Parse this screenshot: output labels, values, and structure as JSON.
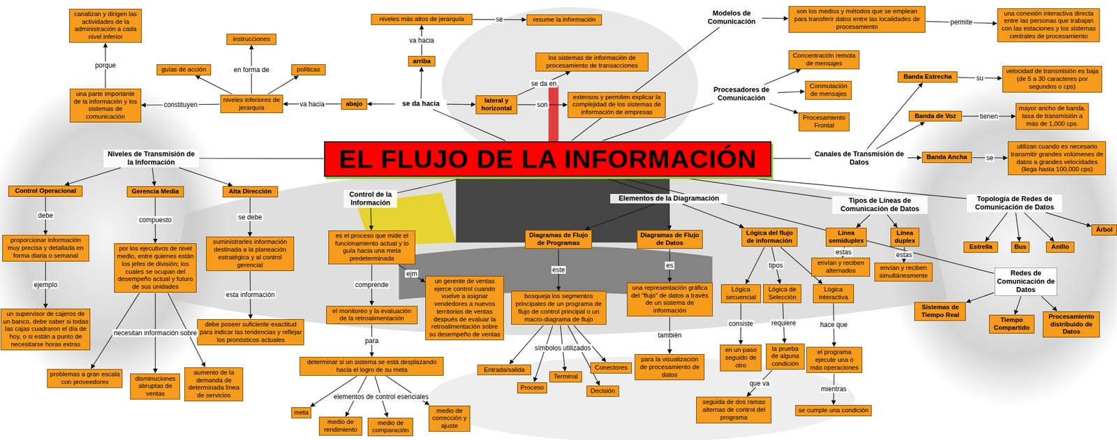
{
  "diagram": {
    "nodes": [
      {
        "text": [
          "EL FLUJO DE LA INFORMACIÓN"
        ]
      },
      {
        "text": [
          "se da hacia"
        ]
      },
      {
        "text": [
          "arriba"
        ]
      },
      {
        "text": [
          "niveles más altos de jerarquía"
        ]
      },
      {
        "text": [
          "resume la información"
        ]
      },
      {
        "text": [
          "abajo"
        ]
      },
      {
        "text": [
          "niveles inferiores de jerarquía"
        ]
      },
      {
        "text": [
          "una parte importante de la información y los sistemas de comunicación"
        ]
      },
      {
        "text": [
          "canalizan y dirigen las actividades de la administración a cada nivel inferior"
        ]
      },
      {
        "text": [
          "instrucciones"
        ]
      },
      {
        "text": [
          "guías de acción"
        ]
      },
      {
        "text": [
          "políticas"
        ]
      },
      {
        "text": [
          "lateral y horizontal"
        ]
      },
      {
        "text": [
          "los sistemas de información de procesamiento de transacciones"
        ]
      },
      {
        "text": [
          "extensos y permiten explicar la complejidad de los sistemas de información de empresas"
        ]
      },
      {
        "text": [
          "Modelos de Comunicación"
        ]
      },
      {
        "text": [
          "son los medios y métodos que se emplean para transferir datos entre las localidades de procesamiento"
        ]
      },
      {
        "text": [
          "una conexión interactiva directa entre las personas que trabajan con las estaciones y los sistemas centrales de procesamiento"
        ]
      },
      {
        "text": [
          "Procesadores de Comunicación"
        ]
      },
      {
        "text": [
          "Concentración remota de mensajes"
        ]
      },
      {
        "text": [
          "Conmutación de mensajes"
        ]
      },
      {
        "text": [
          "Procesamiento Frontal"
        ]
      },
      {
        "text": [
          "Canales de Transmisión de Datos"
        ]
      },
      {
        "text": [
          "Banda Estrecha"
        ]
      },
      {
        "text": [
          "velocidad de transmisión es baja (de 5 a 30 caracteres por segundos o cps)"
        ]
      },
      {
        "text": [
          "Banda de Voz"
        ]
      },
      {
        "text": [
          "mayor ancho de banda. tasa de transmisión a más de 1,000 cps."
        ]
      },
      {
        "text": [
          "Banda Ancha"
        ]
      },
      {
        "text": [
          "utilizan cuando es necesario transmitir grandes volúmenes de datos a grandes velocidades (llega hasta 100,000 cps)"
        ]
      },
      {
        "text": [
          "Topología de Redes de Comunicación de Datos"
        ]
      },
      {
        "text": [
          "Estrella"
        ]
      },
      {
        "text": [
          "Bus"
        ]
      },
      {
        "text": [
          "Anillo"
        ]
      },
      {
        "text": [
          "Árbol"
        ]
      },
      {
        "text": [
          "Tipos de Líneas de Comunicación de Datos"
        ]
      },
      {
        "text": [
          "Línea semiduplex"
        ]
      },
      {
        "text": [
          "Línea duplex"
        ]
      },
      {
        "text": [
          "envían y reciben alternados"
        ]
      },
      {
        "text": [
          "envían y reciben simultáneamente"
        ]
      },
      {
        "text": [
          "Redes de Comunicación de Datos"
        ]
      },
      {
        "text": [
          "Sistemas de Tiempo Real"
        ]
      },
      {
        "text": [
          "Tiempo Compartido"
        ]
      },
      {
        "text": [
          "Procesamiento distribuido de Datos"
        ]
      },
      {
        "text": [
          "Elementos de la Diagramación"
        ]
      },
      {
        "text": [
          "Diagramas de Flujo de Programas"
        ]
      },
      {
        "text": [
          "bosqueja los segmentos principales de un programa de flujo de control principal o un macro-diagrama de flujo"
        ]
      },
      {
        "text": [
          "Entrada/salida"
        ]
      },
      {
        "text": [
          "Proceso"
        ]
      },
      {
        "text": [
          "Terminal"
        ]
      },
      {
        "text": [
          "Conectores"
        ]
      },
      {
        "text": [
          "Decisión"
        ]
      },
      {
        "text": [
          "Diagramas de Flujo de Datos"
        ]
      },
      {
        "text": [
          "una representación gráfica del \"flujo\" de datos a través de un sistema de información"
        ]
      },
      {
        "text": [
          "para la visualización de procesamiento de datos"
        ]
      },
      {
        "text": [
          "Lógica del flujo de información"
        ]
      },
      {
        "text": [
          "Lógica secuencial"
        ]
      },
      {
        "text": [
          "Lógica de Selección"
        ]
      },
      {
        "text": [
          "Lógica interactiva"
        ]
      },
      {
        "text": [
          "en un paso seguido de otro"
        ]
      },
      {
        "text": [
          "la prueba de alguna condición"
        ]
      },
      {
        "text": [
          "seguida de dos ramas alternas de control del programa"
        ]
      },
      {
        "text": [
          "el programa ejecute una o más operaciones"
        ]
      },
      {
        "text": [
          "se cumple una condición"
        ]
      },
      {
        "text": [
          "Control de la Información"
        ]
      },
      {
        "text": [
          "es el proceso que mide el funcionamiento actual y lo guía hacia una meta predeterminada"
        ]
      },
      {
        "text": [
          "un gerente de ventas ejerce control cuando vuelve a asignar vendedores a nuevos territorios de ventas después de evaluar la retroalimentación sobre su desempeño de ventas"
        ]
      },
      {
        "text": [
          "el monitoreo y la evaluación de la retroalimentación"
        ]
      },
      {
        "text": [
          "determinar si un sistema se está desplazando hacia el logro de su meta"
        ]
      },
      {
        "text": [
          "meta"
        ]
      },
      {
        "text": [
          "medio de rendimiento"
        ]
      },
      {
        "text": [
          "medio de comparación"
        ]
      },
      {
        "text": [
          "medio de corrección y ajuste"
        ]
      },
      {
        "text": [
          "Niveles de Transmisión de la Información"
        ]
      },
      {
        "text": [
          "Control Operacional"
        ]
      },
      {
        "text": [
          "Gerencia Media"
        ]
      },
      {
        "text": [
          "Alta Dirección"
        ]
      },
      {
        "text": [
          "proporcionar información muy precisa y detallada en forma diaria o semanal"
        ]
      },
      {
        "text": [
          "un supervisor de cajeros de un banco, debe saber si todas las cajas cuadraron el día de hoy, o si están a punto de necesitarse horas extras"
        ]
      },
      {
        "text": [
          "por los ejecutivos de nivel medio, entre quienes están los jefes de división; los cuales se ocupan del desempeño actual y futuro de sus unidades"
        ]
      },
      {
        "text": [
          "problemas a gran escala con proveedores"
        ]
      },
      {
        "text": [
          "disminuciones abruptas de ventas"
        ]
      },
      {
        "text": [
          "aumento de la demanda de determinada línea de servicios"
        ]
      },
      {
        "text": [
          "suministrarles información destinada a la planeación estratégica y al control gerencial"
        ]
      },
      {
        "text": [
          "debe poseer suficiente exactitud para indicar las tendencias y reflejar los pronósticos actuales"
        ]
      }
    ],
    "edges": [
      {
        "from": 0,
        "to": 1,
        "arrow": "none"
      },
      {
        "from": 1,
        "to": 2,
        "arrow": "to"
      },
      {
        "from": 2,
        "to": 3,
        "arrow": "to",
        "label": "va hacia"
      },
      {
        "from": 3,
        "to": 4,
        "arrow": "to",
        "label": "se"
      },
      {
        "from": 1,
        "to": 5,
        "arrow": "to"
      },
      {
        "from": 5,
        "to": 6,
        "arrow": "to",
        "label": "va hacia"
      },
      {
        "from": 6,
        "to": 7,
        "arrow": "to",
        "label": "constituyen"
      },
      {
        "from": 7,
        "to": 8,
        "arrow": "to",
        "label": "porque"
      },
      {
        "from": 6,
        "to": 9,
        "arrow": "to",
        "label": "en forma de"
      },
      {
        "from": 6,
        "to": 10,
        "arrow": "to"
      },
      {
        "from": 6,
        "to": 11,
        "arrow": "to"
      },
      {
        "from": 1,
        "to": 12,
        "arrow": "to"
      },
      {
        "from": 12,
        "to": 13,
        "arrow": "to",
        "label": "se da en"
      },
      {
        "from": 12,
        "to": 14,
        "arrow": "to",
        "label": "son"
      },
      {
        "from": 0,
        "to": 15,
        "arrow": "none"
      },
      {
        "from": 15,
        "to": 16,
        "arrow": "to"
      },
      {
        "from": 16,
        "to": 17,
        "arrow": "to",
        "label": "permite"
      },
      {
        "from": 0,
        "to": 18,
        "arrow": "none"
      },
      {
        "from": 18,
        "to": 19,
        "arrow": "to"
      },
      {
        "from": 18,
        "to": 20,
        "arrow": "to"
      },
      {
        "from": 18,
        "to": 21,
        "arrow": "to"
      },
      {
        "from": 0,
        "to": 22,
        "arrow": "none"
      },
      {
        "from": 22,
        "to": 23,
        "arrow": "to"
      },
      {
        "from": 22,
        "to": 25,
        "arrow": "to"
      },
      {
        "from": 22,
        "to": 27,
        "arrow": "to"
      },
      {
        "from": 23,
        "to": 24,
        "arrow": "to",
        "label": "su"
      },
      {
        "from": 25,
        "to": 26,
        "arrow": "to",
        "label": "tienen"
      },
      {
        "from": 27,
        "to": 28,
        "arrow": "to",
        "label": "se"
      },
      {
        "from": 0,
        "to": 29,
        "arrow": "none"
      },
      {
        "from": 29,
        "to": 30,
        "arrow": "to"
      },
      {
        "from": 29,
        "to": 31,
        "arrow": "to"
      },
      {
        "from": 29,
        "to": 32,
        "arrow": "to"
      },
      {
        "from": 29,
        "to": 33,
        "arrow": "to"
      },
      {
        "from": 0,
        "to": 34,
        "arrow": "none"
      },
      {
        "from": 34,
        "to": 35,
        "arrow": "to"
      },
      {
        "from": 34,
        "to": 36,
        "arrow": "to"
      },
      {
        "from": 35,
        "to": 37,
        "arrow": "to",
        "label": "estas"
      },
      {
        "from": 36,
        "to": 38,
        "arrow": "to",
        "label": "estas"
      },
      {
        "from": 0,
        "to": 39,
        "arrow": "none"
      },
      {
        "from": 39,
        "to": 40,
        "arrow": "to"
      },
      {
        "from": 39,
        "to": 41,
        "arrow": "to"
      },
      {
        "from": 39,
        "to": 42,
        "arrow": "to"
      },
      {
        "from": 0,
        "to": 43,
        "arrow": "none"
      },
      {
        "from": 43,
        "to": 44,
        "arrow": "to"
      },
      {
        "from": 43,
        "to": 51,
        "arrow": "to"
      },
      {
        "from": 43,
        "to": 54,
        "arrow": "to"
      },
      {
        "from": 44,
        "to": 45,
        "arrow": "to",
        "label": "este"
      },
      {
        "from": 45,
        "to": 46,
        "arrow": "to"
      },
      {
        "from": 45,
        "to": 47,
        "arrow": "to"
      },
      {
        "from": 45,
        "to": 48,
        "arrow": "to",
        "label": "símbolos utilizados"
      },
      {
        "from": 45,
        "to": 49,
        "arrow": "to"
      },
      {
        "from": 45,
        "to": 50,
        "arrow": "to"
      },
      {
        "from": 51,
        "to": 52,
        "arrow": "to",
        "label": "es"
      },
      {
        "from": 52,
        "to": 53,
        "arrow": "to",
        "label": "también"
      },
      {
        "from": 54,
        "to": 55,
        "arrow": "to"
      },
      {
        "from": 54,
        "to": 56,
        "arrow": "to",
        "label": "tipos"
      },
      {
        "from": 54,
        "to": 57,
        "arrow": "to"
      },
      {
        "from": 55,
        "to": 58,
        "arrow": "to",
        "label": "consiste"
      },
      {
        "from": 56,
        "to": 59,
        "arrow": "to",
        "label": "requiere"
      },
      {
        "from": 59,
        "to": 60,
        "arrow": "to",
        "label": "que va"
      },
      {
        "from": 57,
        "to": 61,
        "arrow": "to",
        "label": "hace que"
      },
      {
        "from": 61,
        "to": 62,
        "arrow": "to",
        "label": "mientras"
      },
      {
        "from": 0,
        "to": 63,
        "arrow": "none"
      },
      {
        "from": 63,
        "to": 64,
        "arrow": "to"
      },
      {
        "from": 64,
        "to": 65,
        "arrow": "to",
        "label": "ejm"
      },
      {
        "from": 64,
        "to": 66,
        "arrow": "to",
        "label": "comprende"
      },
      {
        "from": 66,
        "to": 67,
        "arrow": "to",
        "label": "para"
      },
      {
        "from": 67,
        "to": 68,
        "arrow": "to"
      },
      {
        "from": 67,
        "to": 69,
        "arrow": "to"
      },
      {
        "from": 67,
        "to": 70,
        "arrow": "to",
        "label": "elementos de control esenciales"
      },
      {
        "from": 67,
        "to": 71,
        "arrow": "to"
      },
      {
        "from": 0,
        "to": 72,
        "arrow": "none"
      },
      {
        "from": 72,
        "to": 73,
        "arrow": "to"
      },
      {
        "from": 72,
        "to": 74,
        "arrow": "to"
      },
      {
        "from": 72,
        "to": 75,
        "arrow": "to"
      },
      {
        "from": 73,
        "to": 76,
        "arrow": "to",
        "label": "debe"
      },
      {
        "from": 76,
        "to": 77,
        "arrow": "to",
        "label": "ejemplo"
      },
      {
        "from": 74,
        "to": 78,
        "arrow": "to",
        "label": "compuesto"
      },
      {
        "from": 78,
        "to": 79,
        "arrow": "to"
      },
      {
        "from": 78,
        "to": 80,
        "arrow": "to",
        "label": "necesitan información sobre"
      },
      {
        "from": 78,
        "to": 81,
        "arrow": "to"
      },
      {
        "from": 75,
        "to": 82,
        "arrow": "to",
        "label": "se debe"
      },
      {
        "from": 82,
        "to": 83,
        "arrow": "to",
        "label": "esta información"
      }
    ]
  }
}
